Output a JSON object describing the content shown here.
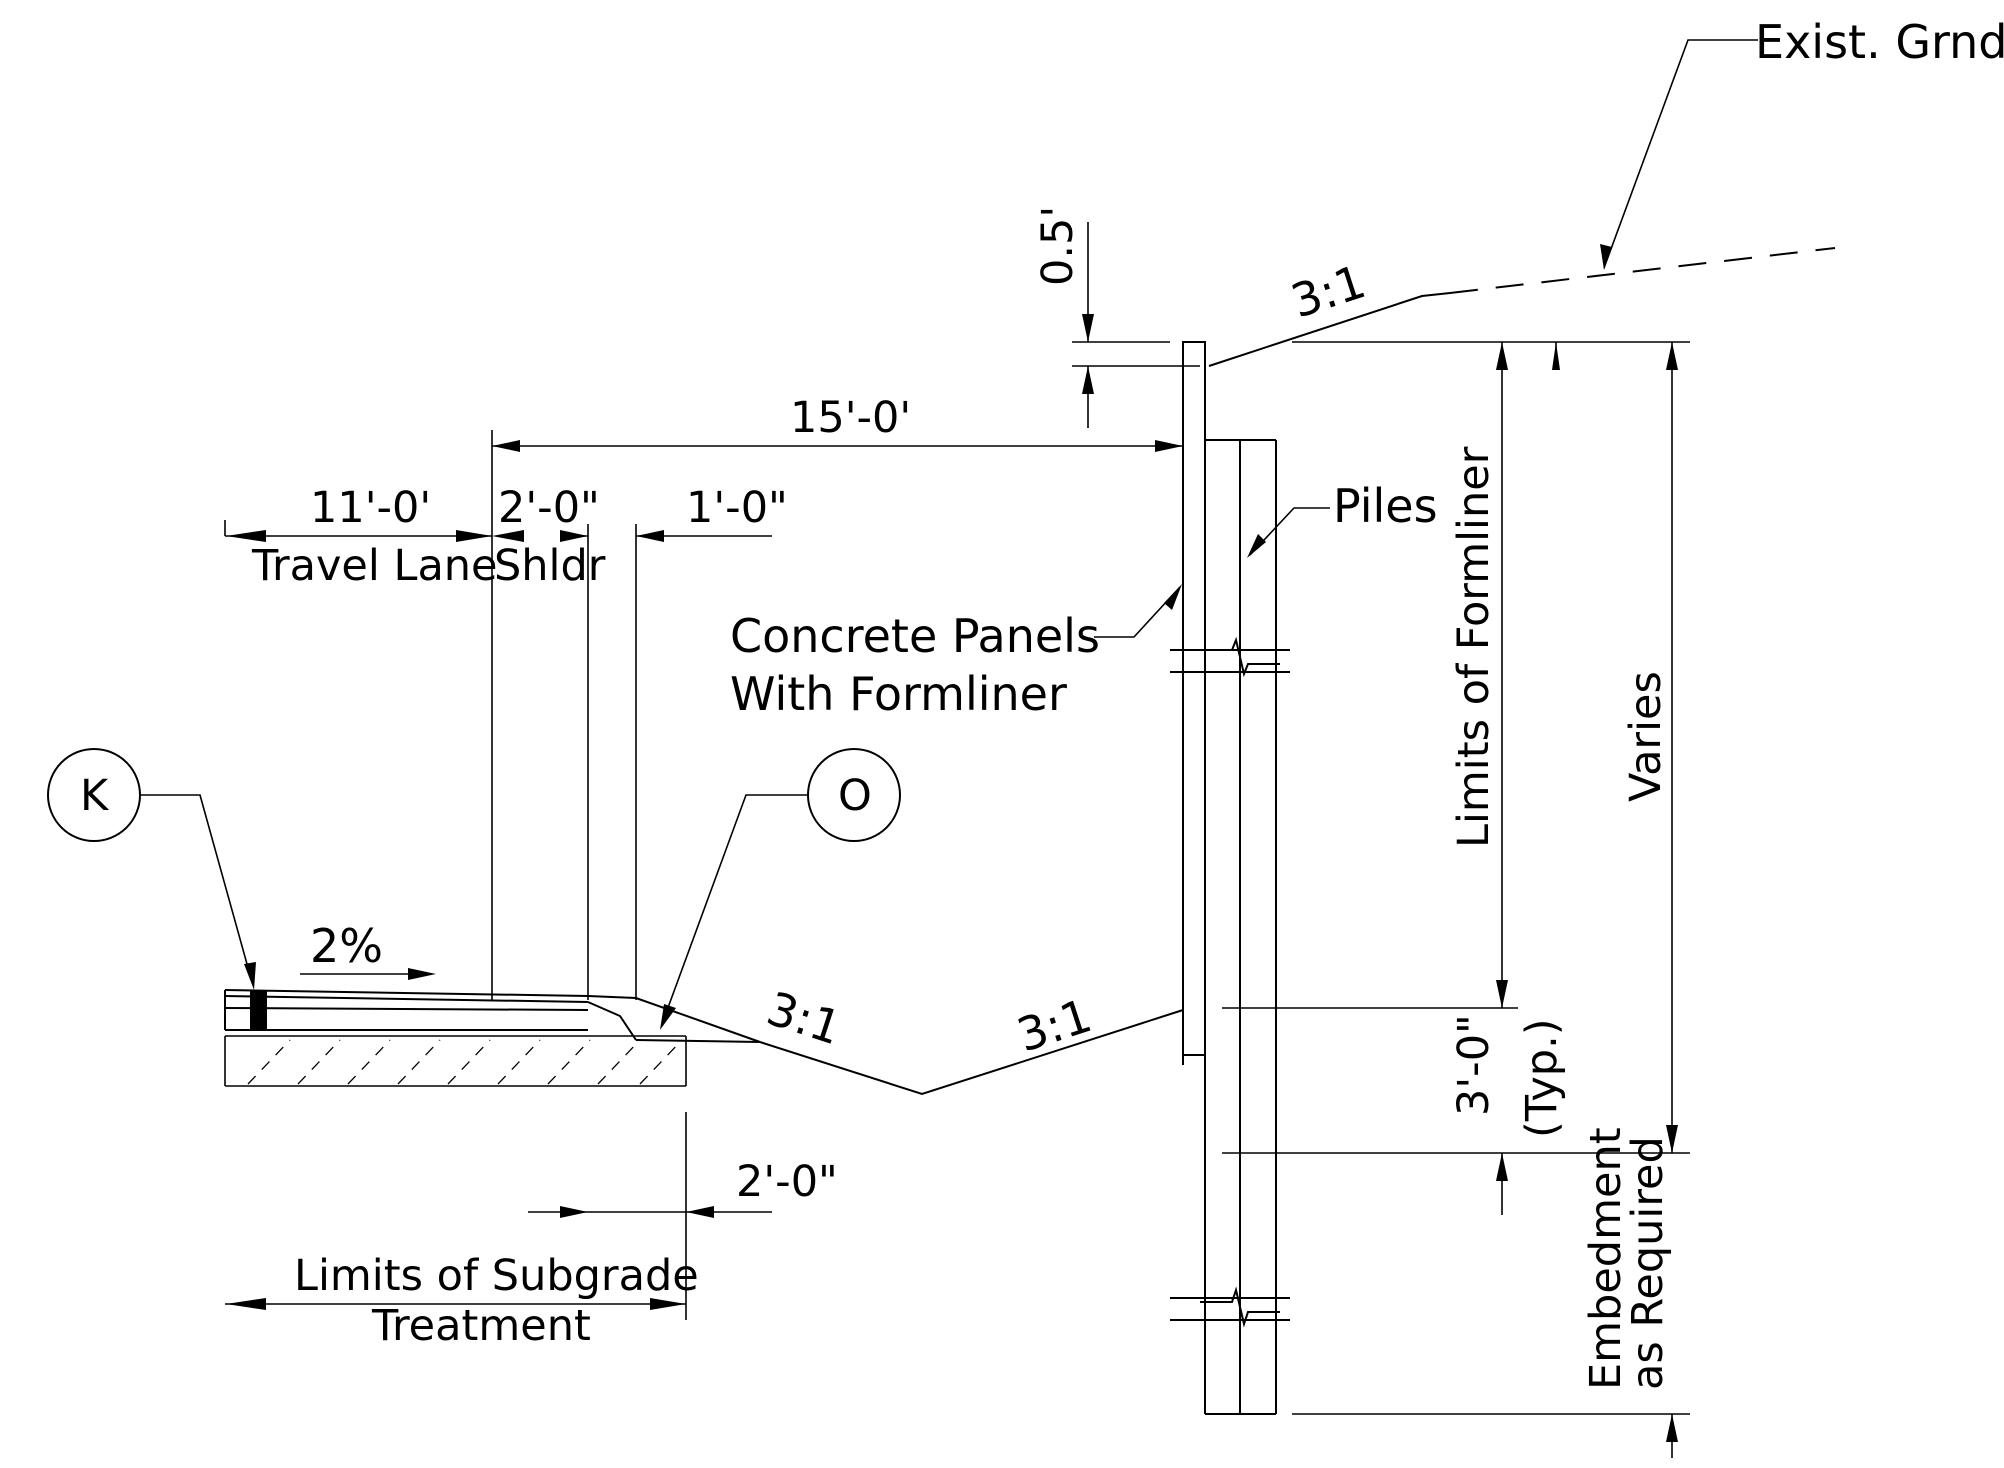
{
  "labels": {
    "exist_grnd": "Exist. Grnd.",
    "piles": "Piles",
    "concrete_panels_1": "Concrete Panels",
    "concrete_panels_2": "With Formliner",
    "travel_lane": "Travel Lane",
    "shldr": "Shldr",
    "limits_formliner": "Limits of Formliner",
    "varies": "Varies",
    "typ": "(Typ.)",
    "embedment_1": "Embedment",
    "embedment_2": "as Required",
    "subgrade_1": "Limits of Subgrade",
    "subgrade_2": "Treatment"
  },
  "dimensions": {
    "d_0_5": "0.5'",
    "d_15": "15'-0'",
    "d_11": "11'-0'",
    "d_2a": "2'-0\"",
    "d_1": "1'-0\"",
    "d_3": "3'-0\"",
    "d_2b": "2'-0\""
  },
  "slopes": {
    "top": "3:1",
    "ditch_left": "3:1",
    "ditch_right": "3:1",
    "cross_slope": "2%"
  },
  "callouts": {
    "k": "K",
    "o": "O"
  }
}
